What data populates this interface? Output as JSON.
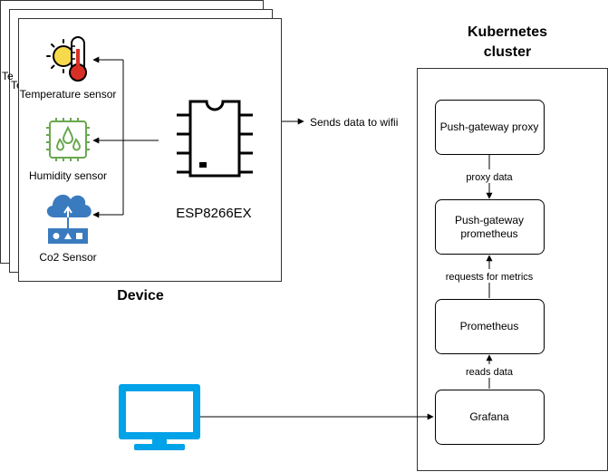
{
  "device": {
    "title": "Device",
    "stack_label_1": "Te",
    "stack_label_2": "Te",
    "chip_label": "ESP8266EX",
    "sends_label": "Sends data to wifii",
    "sensors": {
      "temperature": "Temperature sensor",
      "humidity": "Humidity sensor",
      "co2": "Co2 Sensor"
    }
  },
  "cluster": {
    "title_line1": "Kubernetes",
    "title_line2": "cluster",
    "nodes": {
      "pushgw_proxy": "Push-gateway proxy",
      "pushgw_prom_line1": "Push-gateway",
      "pushgw_prom_line2": "prometheus",
      "prometheus": "Prometheus",
      "grafana": "Grafana"
    },
    "edges": {
      "proxy_data": "proxy data",
      "requests_metrics": "requests for metrics",
      "reads_data": "reads data"
    }
  },
  "colors": {
    "icon_blue": "#1e88e5",
    "humidity_green": "#6aa84f",
    "cloud_blue": "#3a7bbf",
    "sun_yellow": "#f7d94c",
    "thermo_red": "#d93025"
  },
  "icons": {
    "temperature": "thermometer-sun-icon",
    "humidity": "humidity-chip-icon",
    "co2": "cloud-router-icon",
    "chip": "esp-chip-icon",
    "monitor": "monitor-icon"
  }
}
